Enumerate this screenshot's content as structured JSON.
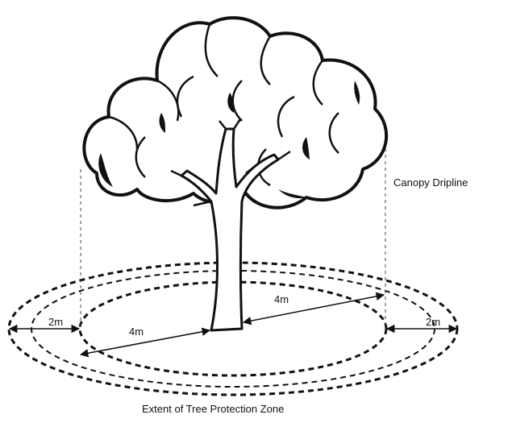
{
  "labels": {
    "canopy_dripline": "Canopy Dripline",
    "zone_extent": "Extent of Tree Protection Zone",
    "left_outer_offset": "2m",
    "right_outer_offset": "2m",
    "left_radius": "4m",
    "right_radius": "4m"
  },
  "colors": {
    "ink": "#111111",
    "background": "#ffffff"
  }
}
